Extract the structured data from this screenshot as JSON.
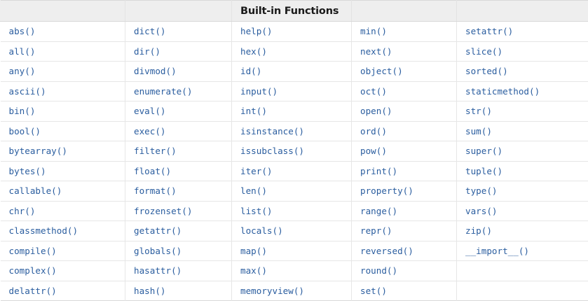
{
  "table": {
    "title": "Built-in Functions",
    "title_column_index": 2,
    "column_count": 5,
    "row_count": 14,
    "colors": {
      "header_background": "#eeeeee",
      "header_text": "#1a1a1a",
      "cell_text": "#2a5d9f",
      "border": "#e6e6e6",
      "page_background": "#ffffff"
    },
    "header_cells": [
      "",
      "",
      "Built-in Functions",
      "",
      ""
    ],
    "rows": [
      [
        "abs()",
        "dict()",
        "help()",
        "min()",
        "setattr()"
      ],
      [
        "all()",
        "dir()",
        "hex()",
        "next()",
        "slice()"
      ],
      [
        "any()",
        "divmod()",
        "id()",
        "object()",
        "sorted()"
      ],
      [
        "ascii()",
        "enumerate()",
        "input()",
        "oct()",
        "staticmethod()"
      ],
      [
        "bin()",
        "eval()",
        "int()",
        "open()",
        "str()"
      ],
      [
        "bool()",
        "exec()",
        "isinstance()",
        "ord()",
        "sum()"
      ],
      [
        "bytearray()",
        "filter()",
        "issubclass()",
        "pow()",
        "super()"
      ],
      [
        "bytes()",
        "float()",
        "iter()",
        "print()",
        "tuple()"
      ],
      [
        "callable()",
        "format()",
        "len()",
        "property()",
        "type()"
      ],
      [
        "chr()",
        "frozenset()",
        "list()",
        "range()",
        "vars()"
      ],
      [
        "classmethod()",
        "getattr()",
        "locals()",
        "repr()",
        "zip()"
      ],
      [
        "compile()",
        "globals()",
        "map()",
        "reversed()",
        "__import__()"
      ],
      [
        "complex()",
        "hasattr()",
        "max()",
        "round()",
        ""
      ],
      [
        "delattr()",
        "hash()",
        "memoryview()",
        "set()",
        ""
      ]
    ]
  }
}
